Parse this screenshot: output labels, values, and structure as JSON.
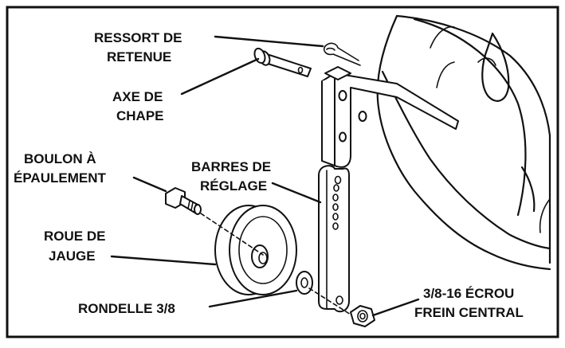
{
  "labels": {
    "ressort_line1": "RESSORT DE",
    "ressort_line2": "RETENUE",
    "axe_line1": "AXE DE",
    "axe_line2": "CHAPE",
    "boulon_line1": "BOULON À",
    "boulon_line2": "ÉPAULEMENT",
    "barres_line1": "BARRES DE",
    "barres_line2": "RÉGLAGE",
    "roue_line1": "ROUE DE",
    "roue_line2": "JAUGE",
    "rondelle": "RONDELLE 3/8",
    "ecrou_line1": "3/8-16 ÉCROU",
    "ecrou_line2": "FREIN CENTRAL"
  },
  "colors": {
    "ink": "#111111",
    "background": "#ffffff"
  }
}
